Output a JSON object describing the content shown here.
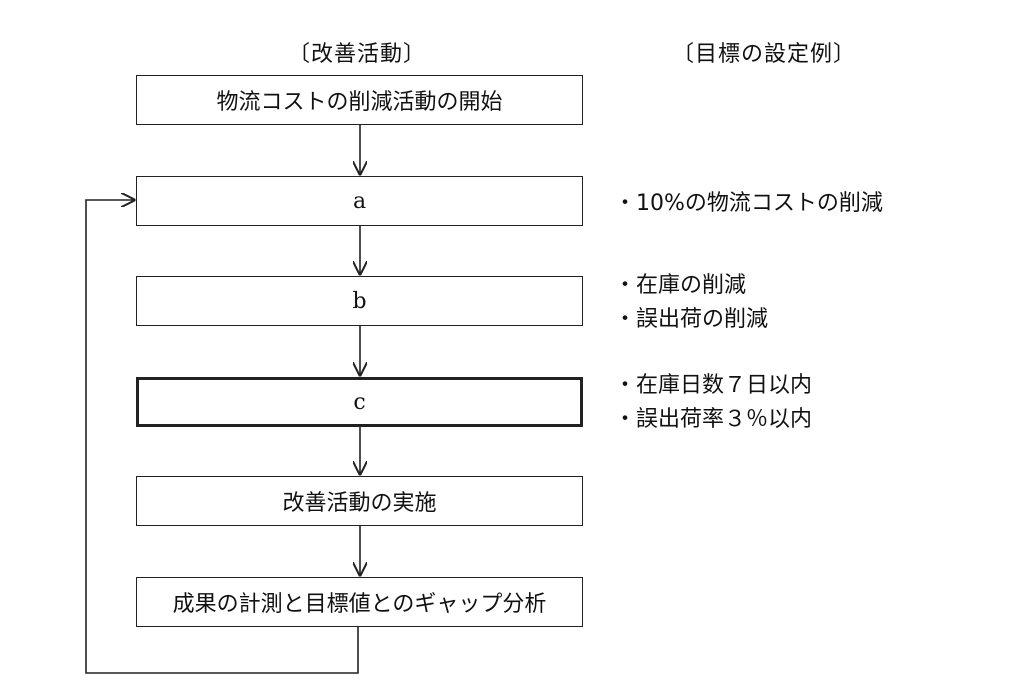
{
  "headers": {
    "left": "〔改善活動〕",
    "right": "〔目標の設定例〕"
  },
  "steps": [
    {
      "label": "物流コストの削減活動の開始"
    },
    {
      "label": "a"
    },
    {
      "label": "b"
    },
    {
      "label": "c"
    },
    {
      "label": "改善活動の実施"
    },
    {
      "label": "成果の計測と目標値とのギャップ分析"
    }
  ],
  "examples": {
    "a": [
      "・10%の物流コストの削減"
    ],
    "b": [
      "・在庫の削減",
      "・誤出荷の削減"
    ],
    "c": [
      "・在庫日数７日以内",
      "・誤出荷率３％以内"
    ]
  }
}
